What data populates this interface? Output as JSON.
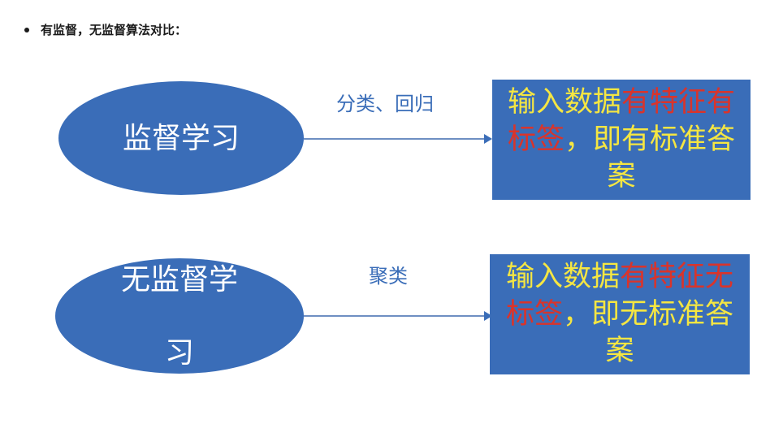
{
  "heading": "有监督，无监督算法对比：",
  "nodes": {
    "supervised": {
      "label": "监督学习"
    },
    "unsupervised": {
      "label_line1": "无监督学",
      "label_line2": "习"
    }
  },
  "edges": {
    "supervised": "分类、回归",
    "unsupervised": "聚类"
  },
  "boxes": {
    "supervised": {
      "part1": "输入数据",
      "part2": "有特征有标签",
      "part3": "，即有标准答案"
    },
    "unsupervised": {
      "part1": "输入数据",
      "part2": "有特征无标签",
      "part3": "，即无标准答案"
    }
  },
  "colors": {
    "shape_fill": "#3a6db8",
    "box_text": "#f5e642",
    "highlight_text": "#d9342b",
    "edge_label": "#3a6db8"
  }
}
